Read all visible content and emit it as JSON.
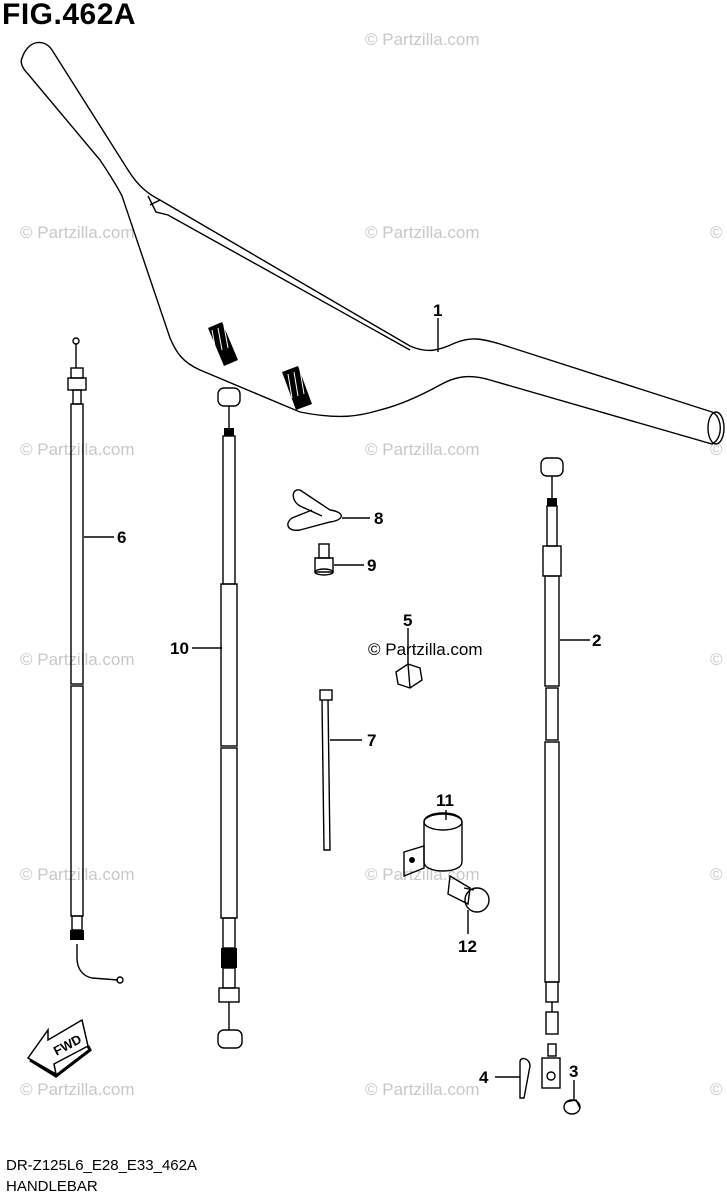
{
  "figure": {
    "title": "FIG.462A",
    "code": "DR-Z125L6_E28_E33_462A",
    "name": "HANDLEBAR",
    "watermark": "© Partzilla.com",
    "fwd_label": "FWD"
  },
  "callouts": [
    {
      "id": "1",
      "part": "handlebar"
    },
    {
      "id": "2",
      "part": "cable-right"
    },
    {
      "id": "3",
      "part": "pin-small"
    },
    {
      "id": "4",
      "part": "cotter-pin"
    },
    {
      "id": "5",
      "part": "clip-small"
    },
    {
      "id": "6",
      "part": "cable-left"
    },
    {
      "id": "7",
      "part": "cable-tie"
    },
    {
      "id": "8",
      "part": "clamp-wire"
    },
    {
      "id": "9",
      "part": "bolt-small"
    },
    {
      "id": "10",
      "part": "cable-center"
    },
    {
      "id": "11",
      "part": "clamp-bracket"
    },
    {
      "id": "12",
      "part": "bolt-bracket"
    }
  ]
}
